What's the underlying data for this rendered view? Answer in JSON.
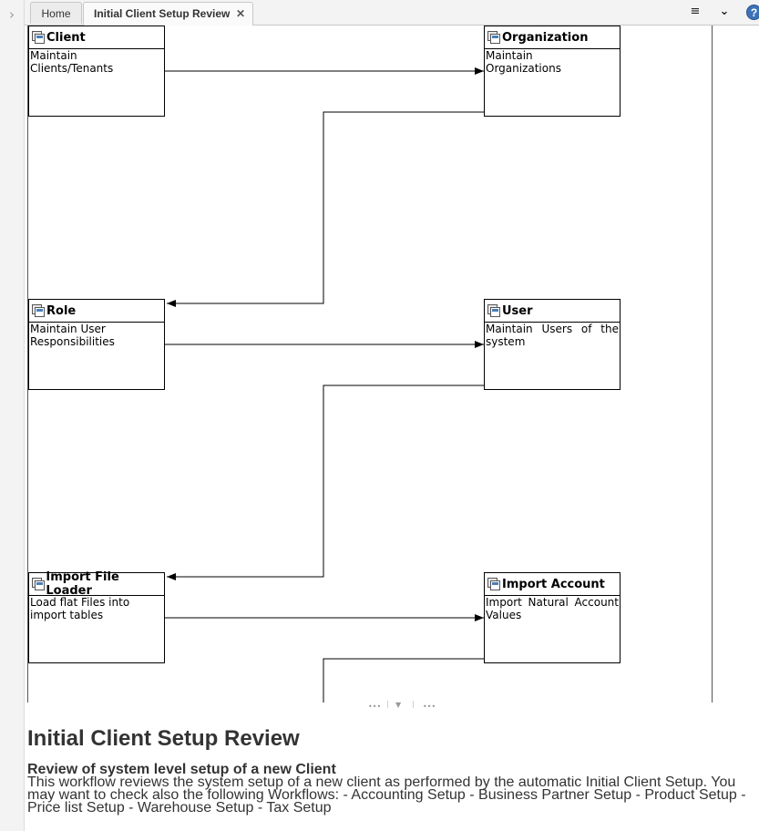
{
  "tabs": [
    {
      "label": "Home"
    },
    {
      "label": "Initial Client Setup Review",
      "close": "✕"
    }
  ],
  "toolbar": {
    "menu_icon": "≡",
    "collapse_icon": "⌄",
    "help_icon": "?"
  },
  "workflow": {
    "nodes": [
      {
        "title": "Client",
        "description": "Maintain Clients/Tenants"
      },
      {
        "title": "Organization",
        "description": "Maintain Organizations"
      },
      {
        "title": "Role",
        "description": "Maintain User Responsibilities"
      },
      {
        "title": "User",
        "description": "Maintain Users of the system"
      },
      {
        "title": "Import File Loader",
        "description": "Load flat Files into import tables"
      },
      {
        "title": "Import Account",
        "description": "Import Natural Account Values"
      }
    ]
  },
  "document": {
    "title": "Initial Client Setup Review",
    "subtitle": "Review of system level setup of a new Client",
    "body": "This workflow reviews the system setup of a new client as performed by the automatic Initial Client Setup. You may want to check also the following Workflows: - Accounting Setup - Business Partner Setup - Product Setup - Price list Setup - Warehouse Setup - Tax Setup"
  }
}
